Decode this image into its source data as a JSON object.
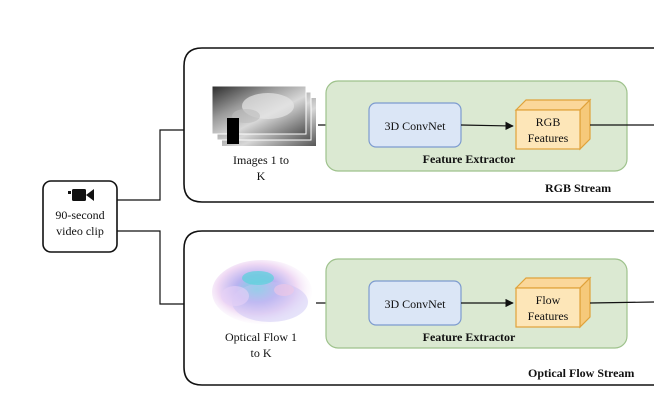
{
  "input": {
    "label_line1": "90-second",
    "label_line2": "video clip",
    "icon": "video-camera-icon"
  },
  "rgb_stream": {
    "title": "RGB Stream",
    "frames_label_line1": "Images 1 to",
    "frames_label_line2": "K",
    "extractor_title": "Feature Extractor",
    "convnet_label": "3D ConvNet",
    "features_label_line1": "RGB",
    "features_label_line2": "Features"
  },
  "flow_stream": {
    "title": "Optical Flow Stream",
    "frames_label_line1": "Optical Flow 1",
    "frames_label_line2": "to K",
    "extractor_title": "Feature Extractor",
    "convnet_label": "3D ConvNet",
    "features_label_line1": "Flow",
    "features_label_line2": "Features"
  },
  "colors": {
    "extractor_fill": "#dbe9d2",
    "convnet_fill": "#dbe6f6",
    "features_fill": "#fde6b8"
  }
}
